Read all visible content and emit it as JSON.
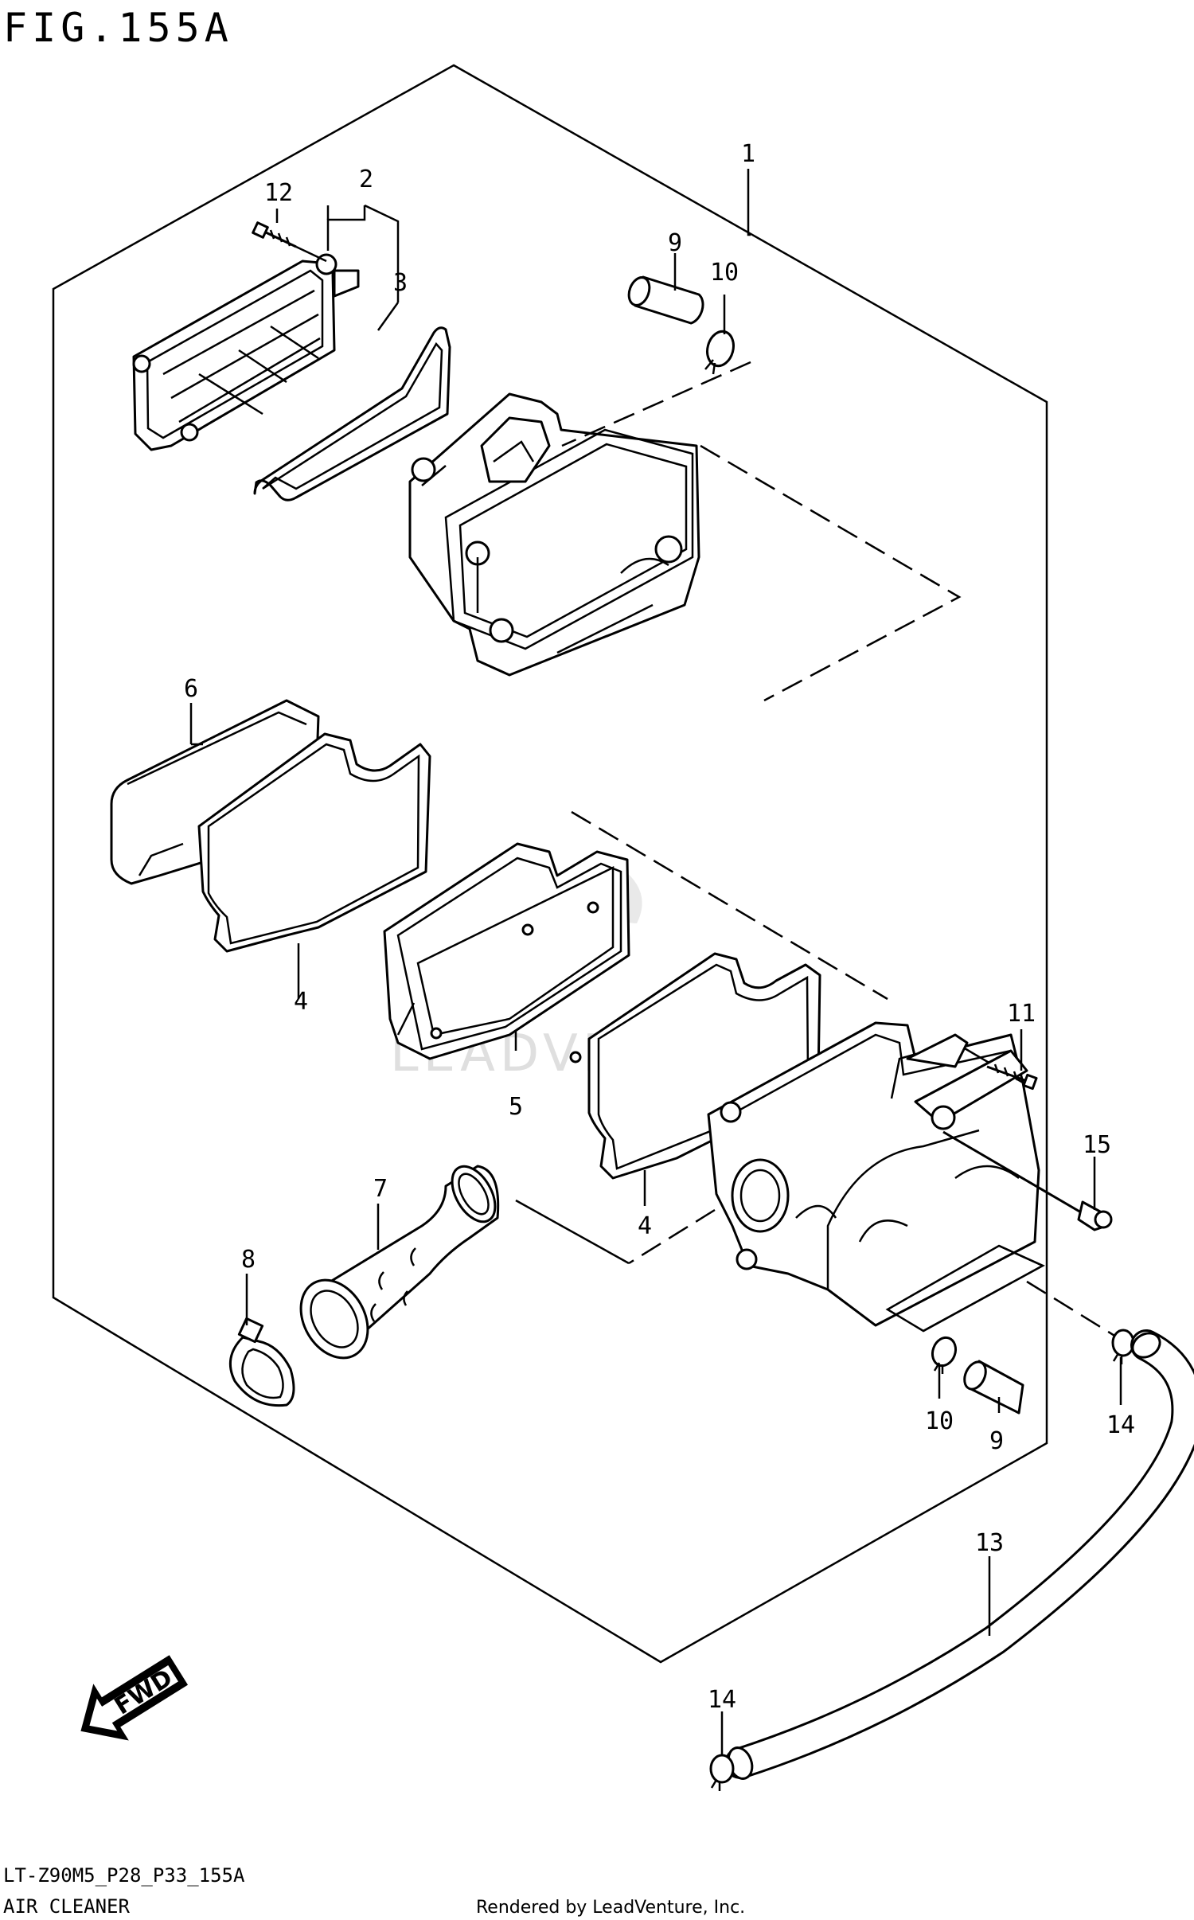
{
  "figure_title": "FIG.155A",
  "footer": {
    "model_code": "LT-Z90M5_P28_P33_155A",
    "section_name": "AIR CLEANER",
    "credit": "Rendered by LeadVenture, Inc."
  },
  "watermark": "LEADVENTURE",
  "fwd_label": "FWD",
  "callouts": {
    "c1": "1",
    "c2": "2",
    "c3": "3",
    "c4a": "4",
    "c4b": "4",
    "c5": "5",
    "c6": "6",
    "c7": "7",
    "c8": "8",
    "c9a": "9",
    "c9b": "9",
    "c10a": "10",
    "c10b": "10",
    "c11": "11",
    "c12": "12",
    "c13": "13",
    "c14a": "14",
    "c14b": "14",
    "c15": "15"
  }
}
